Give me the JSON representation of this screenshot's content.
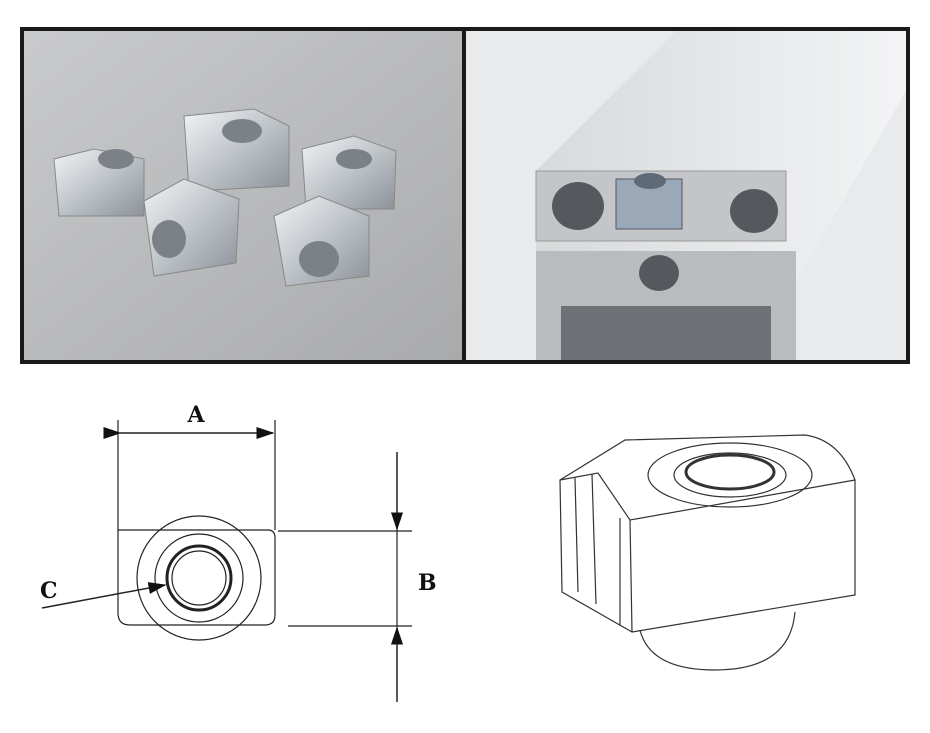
{
  "photos": {
    "left": {
      "subject": "t-nuts-group"
    },
    "right": {
      "subject": "t-nut-in-aluminum-profile"
    }
  },
  "dimensions": {
    "a_label": "A",
    "b_label": "B",
    "c_label": "C"
  }
}
